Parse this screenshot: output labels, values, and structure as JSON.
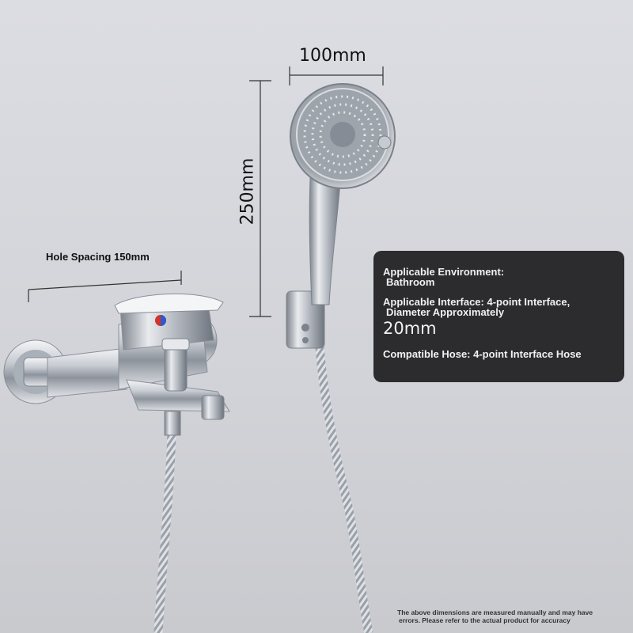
{
  "dimensions": {
    "head_width": "100mm",
    "handle_length": "250mm",
    "hole_spacing": "Hole Spacing 150mm"
  },
  "info": {
    "env_label": "Applicable Environment:",
    "env_value": "Bathroom",
    "interface_label": "Applicable Interface: 4-point Interface,",
    "interface_line2": "Diameter Approximately",
    "interface_value": "20mm",
    "hose_label": "Compatible Hose: 4-point Interface Hose"
  },
  "disclaimer": {
    "line1": "The above dimensions are measured manually and may have",
    "line2": "errors. Please refer to the actual product for accuracy"
  },
  "colors": {
    "background": "#d6d7dc",
    "panel": "#2c2c2e",
    "chrome": "#b8bcc4",
    "hot_dot": "#d0342c",
    "cold_dot": "#2f57c8"
  }
}
